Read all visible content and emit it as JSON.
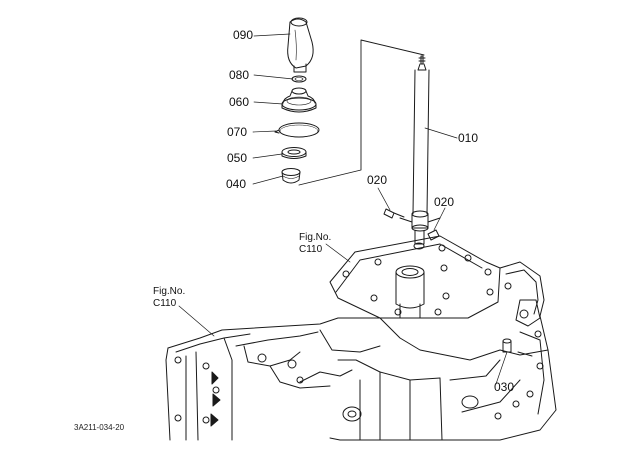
{
  "diagram": {
    "parts": [
      {
        "id": "p090",
        "ref": "090"
      },
      {
        "id": "p080",
        "ref": "080"
      },
      {
        "id": "p060",
        "ref": "060"
      },
      {
        "id": "p070",
        "ref": "070"
      },
      {
        "id": "p050",
        "ref": "050"
      },
      {
        "id": "p040",
        "ref": "040"
      },
      {
        "id": "p010",
        "ref": "010"
      },
      {
        "id": "p020a",
        "ref": "020"
      },
      {
        "id": "p020b",
        "ref": "020"
      },
      {
        "id": "p030",
        "ref": "030"
      }
    ],
    "fig_refs": [
      {
        "line1": "Fig.No.",
        "line2": "C110"
      },
      {
        "line1": "Fig.No.",
        "line2": "C110"
      }
    ],
    "drawing_code": "3A211-034-20"
  },
  "colors": {
    "line": "#1a1a1a",
    "background": "#ffffff"
  }
}
